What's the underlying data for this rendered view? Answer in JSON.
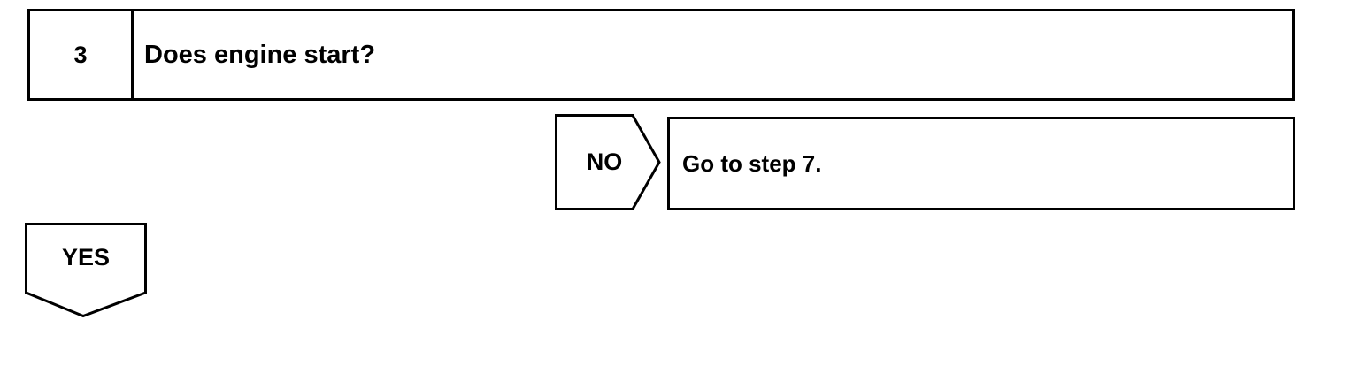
{
  "step": {
    "number": "3",
    "question": "Does engine start?"
  },
  "branch_no": {
    "label": "NO",
    "result": "Go to step 7."
  },
  "branch_yes": {
    "label": "YES"
  },
  "colors": {
    "line": "#000000",
    "background": "#ffffff"
  }
}
